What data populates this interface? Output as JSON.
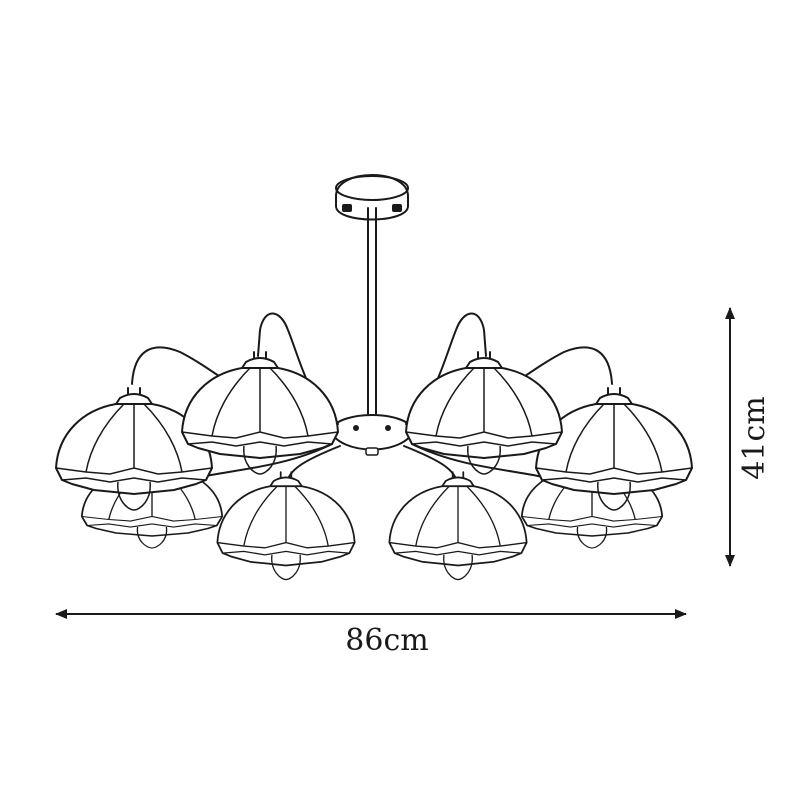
{
  "dimensions": {
    "width_label": "86cm",
    "height_label": "41cm"
  },
  "product": {
    "lamp_count": 8
  }
}
